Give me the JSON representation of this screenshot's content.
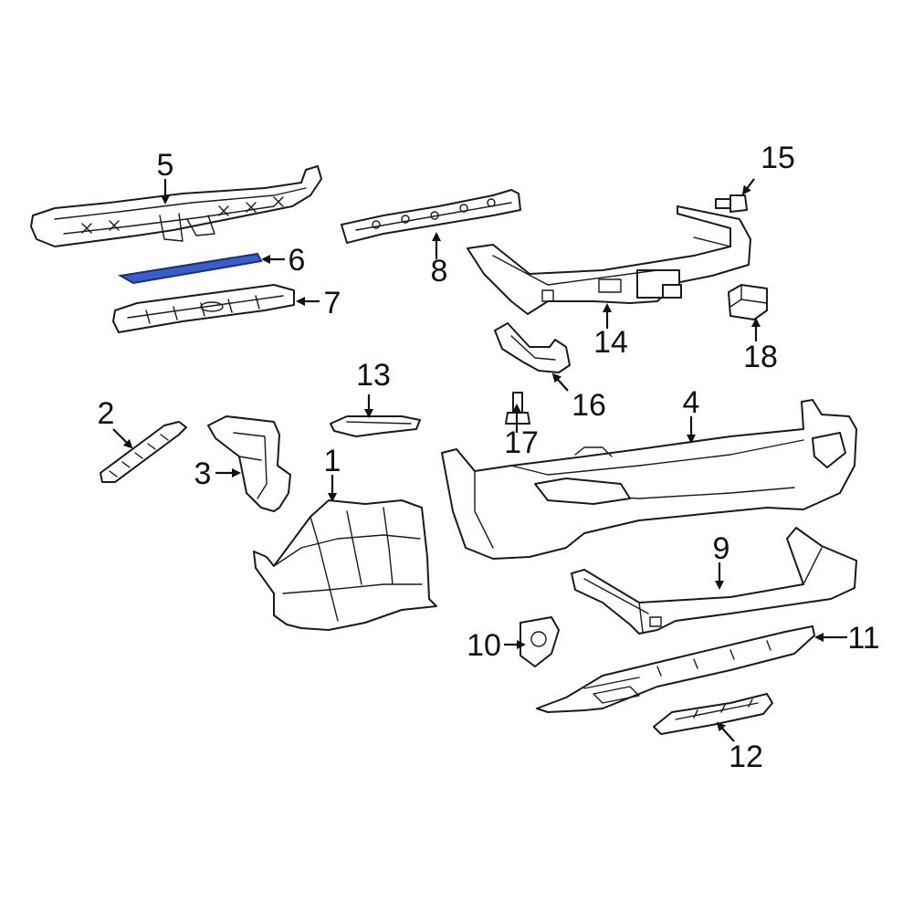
{
  "colors": {
    "highlight_fill": "#3a5ec8",
    "highlight_stroke": "#1b2f7a",
    "ink": "#111111"
  },
  "callouts": {
    "c1": "1",
    "c2": "2",
    "c3": "3",
    "c4": "4",
    "c5": "5",
    "c6": "6",
    "c7": "7",
    "c8": "8",
    "c9": "9",
    "c10": "10",
    "c11": "11",
    "c12": "12",
    "c13": "13",
    "c14": "14",
    "c15": "15",
    "c16": "16",
    "c17": "17",
    "c18": "18"
  },
  "highlighted_part": "6"
}
